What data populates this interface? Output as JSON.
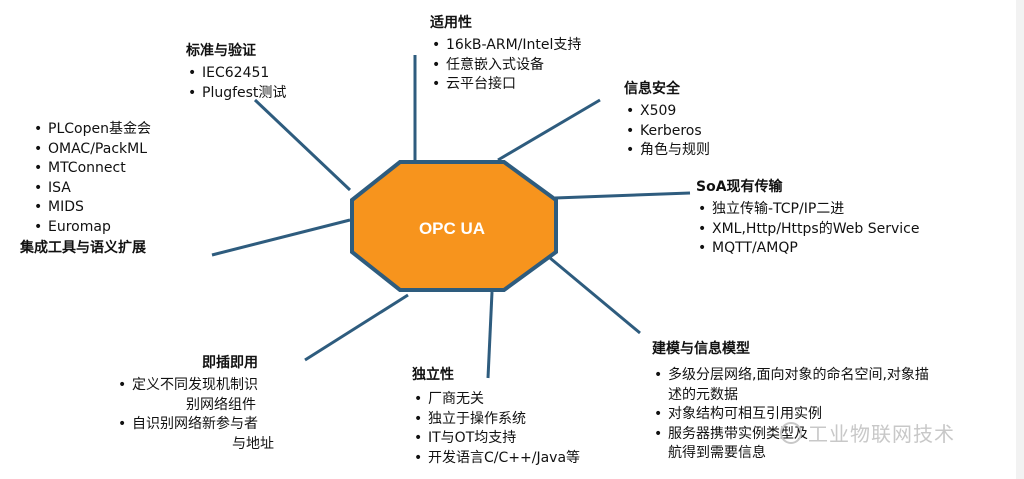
{
  "center": {
    "label": "OPC UA",
    "fill": "#F7941D",
    "stroke": "#2E5C7E"
  },
  "line_color": "#2E5C7E",
  "groups": {
    "applicability": {
      "title": "适用性",
      "items": [
        "16kB-ARM/Intel支持",
        "任意嵌入式设备",
        "云平台接口"
      ]
    },
    "standards": {
      "title": "标准与验证",
      "items": [
        "IEC62451",
        "Plugfest测试"
      ]
    },
    "security": {
      "title": "信息安全",
      "items": [
        "X509",
        "Kerberos",
        "角色与规则"
      ]
    },
    "integration": {
      "title": "集成工具与语义扩展",
      "items": [
        "PLCopen基金会",
        "OMAC/PackML",
        "MTConnect",
        "ISA",
        "MIDS",
        "Euromap"
      ]
    },
    "soa": {
      "title": "SoA现有传输",
      "items": [
        "独立传输-TCP/IP二进",
        "XML,Http/Https的Web Service",
        "MQTT/AMQP"
      ]
    },
    "plugplay": {
      "title": "即插即用",
      "items": [
        [
          "定义不同发现机制识",
          "别网络组件"
        ],
        [
          "自识别网络新参与者",
          "与地址"
        ]
      ]
    },
    "independence": {
      "title": "独立性",
      "items": [
        "厂商无关",
        "独立于操作系统",
        "IT与OT均支持",
        "开发语言C/C++/Java等"
      ]
    },
    "modeling": {
      "title": "建模与信息模型",
      "items": [
        [
          "多级分层网络,面向对象的命名空间,对象描",
          "述的元数据"
        ],
        "对象结构可相互引用实例",
        [
          "服务器携带实例类型及",
          "航得到需要信息"
        ]
      ]
    }
  },
  "watermark": "工业物联网技术"
}
